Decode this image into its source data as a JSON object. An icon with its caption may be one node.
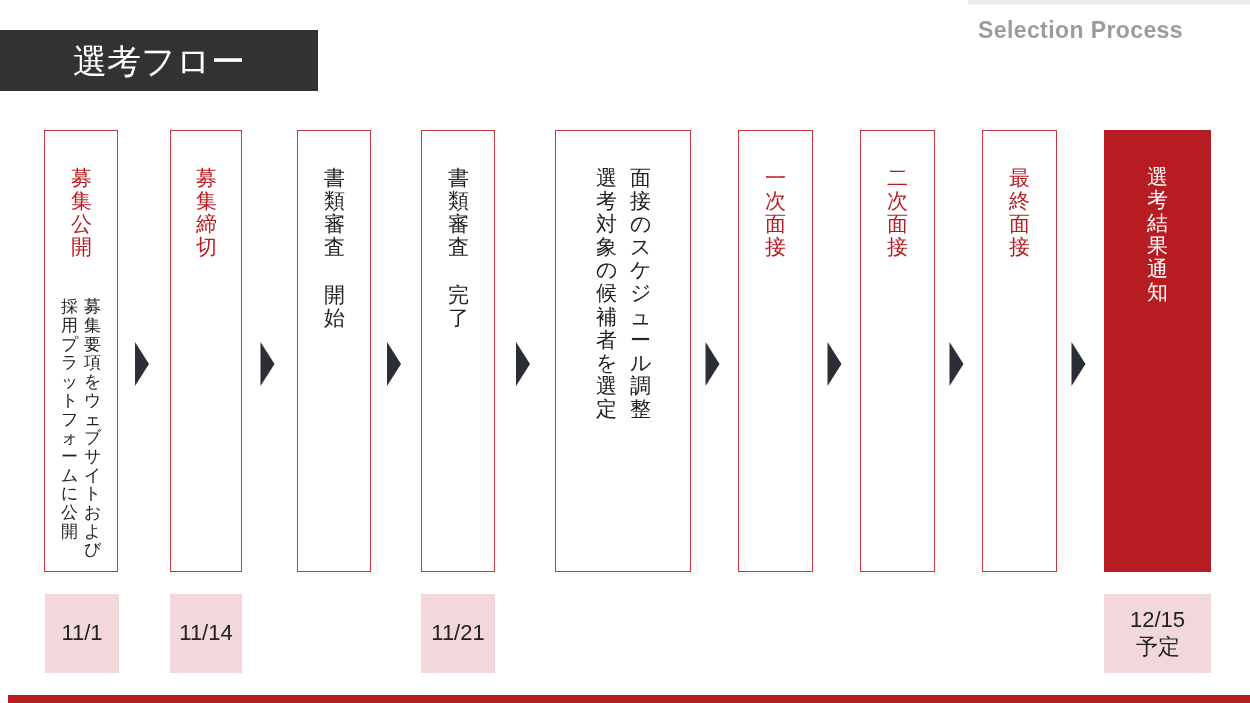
{
  "diagram": {
    "title": "選考フロー",
    "nodes": [
      {
        "text": [
          "募集公開",
          "募集要項をウェブサイトおよび採用プラットフォームに公開"
        ]
      },
      {
        "text": [
          "募集締切"
        ]
      },
      {
        "text": [
          "書類審査",
          "開始"
        ]
      },
      {
        "text": [
          "書類審査",
          "完了"
        ]
      },
      {
        "text": [
          "選考対象の候補者を選定",
          "面接のスケジュール調整"
        ]
      },
      {
        "text": [
          "一次面接"
        ]
      },
      {
        "text": [
          "二次面接"
        ]
      },
      {
        "text": [
          "最終面接"
        ]
      },
      {
        "text": [
          "選考結果通知"
        ]
      },
      {
        "text": [
          "11/1"
        ]
      },
      {
        "text": [
          "11/14"
        ]
      },
      {
        "text": [
          "11/21"
        ]
      },
      {
        "text": [
          "12/15 予定"
        ]
      }
    ],
    "edges": [
      {
        "from": 0,
        "to": 1,
        "arrow": "to"
      },
      {
        "from": 1,
        "to": 2,
        "arrow": "to"
      },
      {
        "from": 2,
        "to": 3,
        "arrow": "to"
      },
      {
        "from": 3,
        "to": 4,
        "arrow": "to"
      },
      {
        "from": 4,
        "to": 5,
        "arrow": "to"
      },
      {
        "from": 5,
        "to": 6,
        "arrow": "to"
      },
      {
        "from": 6,
        "to": 7,
        "arrow": "to"
      },
      {
        "from": 7,
        "to": 8,
        "arrow": "to"
      }
    ],
    "labels": [
      "Selection Process"
    ]
  }
}
